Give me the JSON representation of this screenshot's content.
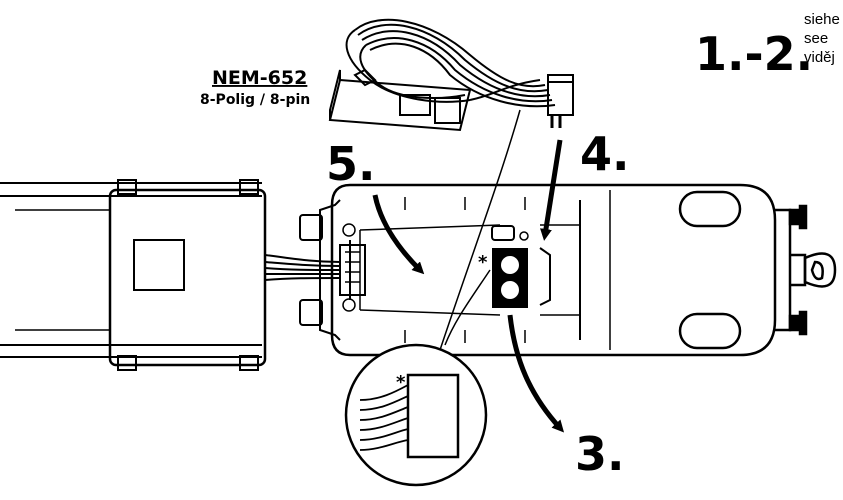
{
  "connector": {
    "title": "NEM-652",
    "subtitle": "8-Polig / 8-pin"
  },
  "steps": {
    "step_1_2": "1.-2.",
    "step_3": "3.",
    "step_4": "4.",
    "step_5": "5."
  },
  "reference": {
    "de": "siehe",
    "en": "see",
    "cz": "viděj"
  },
  "marker": "*"
}
